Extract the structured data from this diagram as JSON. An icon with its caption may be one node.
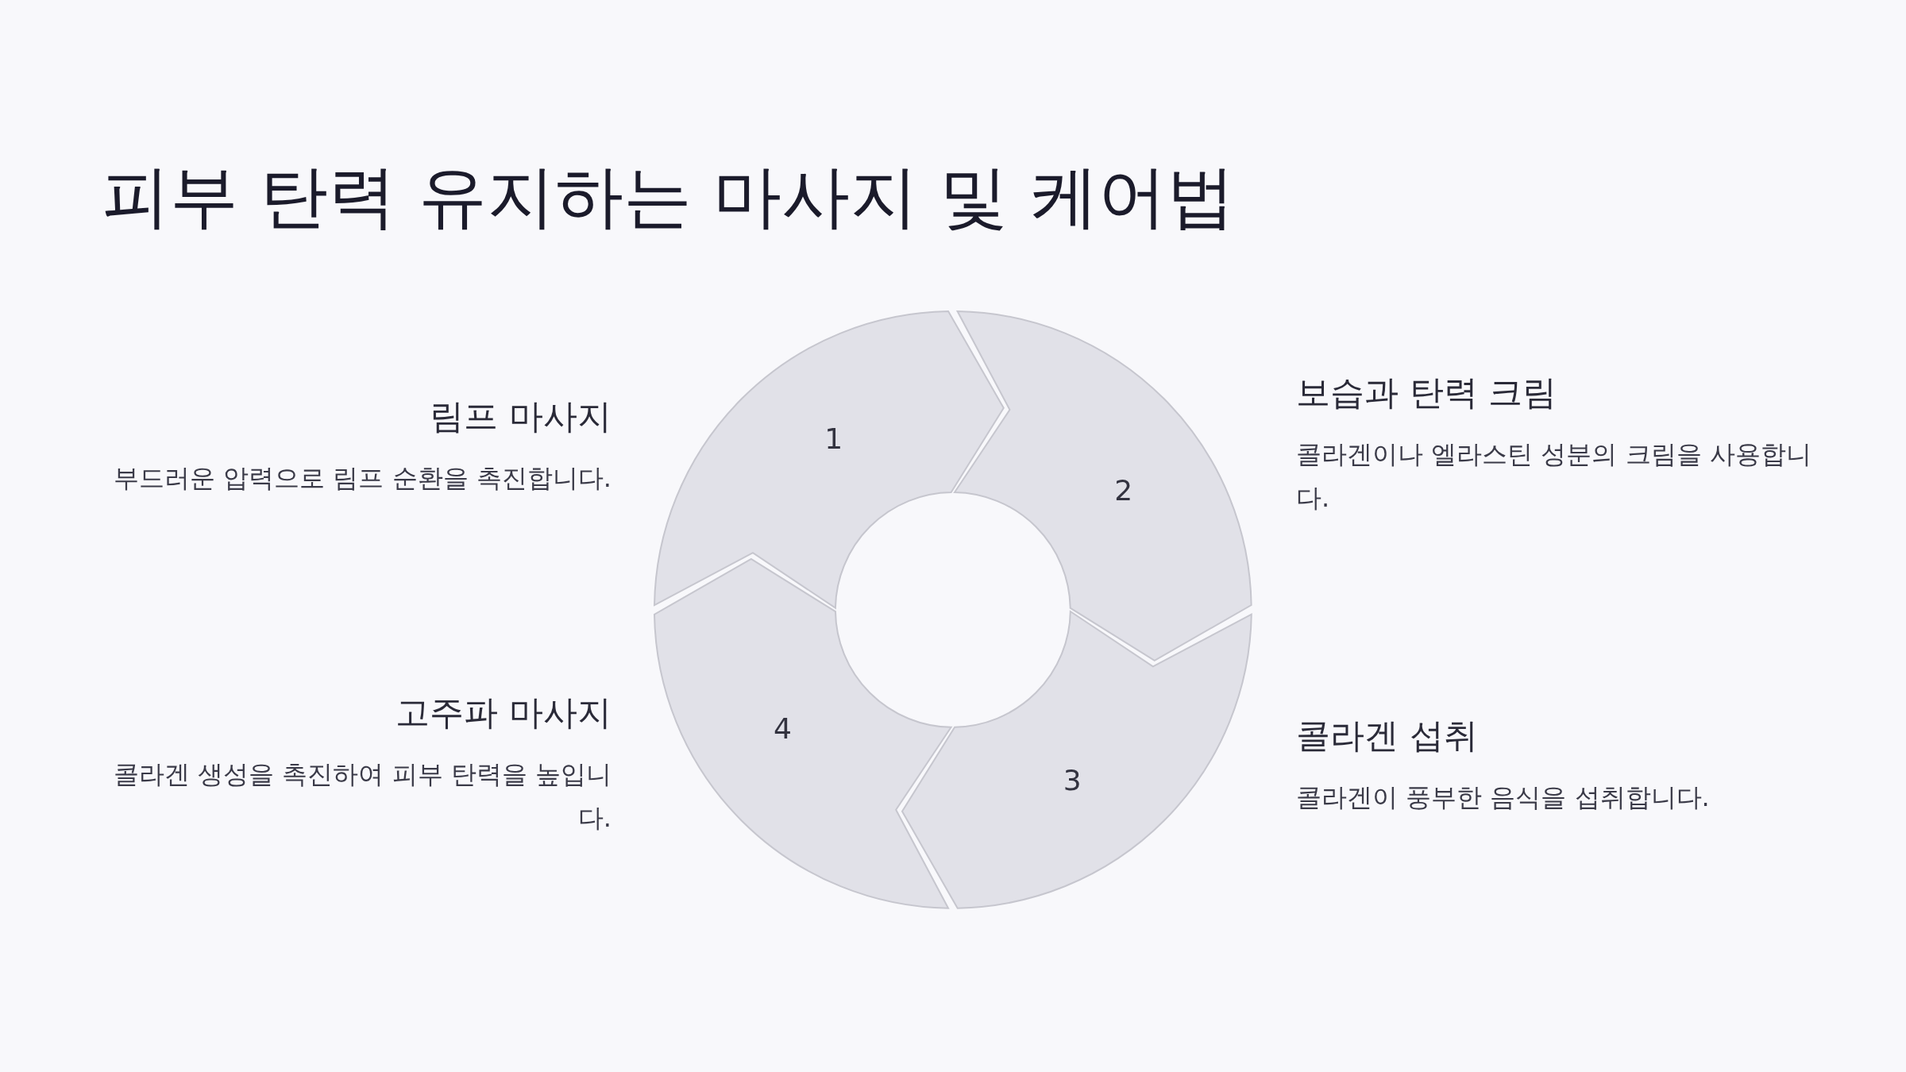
{
  "diagram": {
    "title": "피부 탄력 유지하는 마사지 및 케어법",
    "nodes": [
      {
        "text": [
          "1"
        ],
        "beside": [
          "림프 마사지",
          "부드러운 압력으로 림프 순환을 촉진합니다."
        ]
      },
      {
        "text": [
          "2"
        ],
        "beside": [
          "보습과 탄력 크림",
          "콜라겐이나 엘라스틴 성분의 크림을 사용합니다."
        ]
      },
      {
        "text": [
          "3"
        ],
        "beside": [
          "콜라겐 섭취",
          "콜라겐이 풍부한 음식을 섭취합니다."
        ]
      },
      {
        "text": [
          "4"
        ],
        "beside": [
          "고주파 마사지",
          "콜라겐 생성을 촉진하여 피부 탄력을 높입니다."
        ]
      }
    ]
  }
}
